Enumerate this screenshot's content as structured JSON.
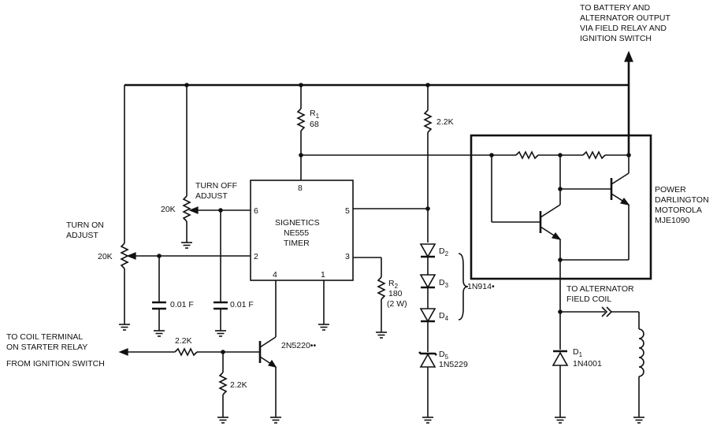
{
  "top_label": [
    "TO BATTERY AND",
    "ALTERNATOR OUTPUT",
    "VIA FIELD RELAY AND",
    "IGNITION SWITCH"
  ],
  "ic": {
    "line1": "SIGNETICS",
    "line2": "NE555",
    "line3": "TIMER",
    "pins": [
      "8",
      "6",
      "5",
      "2",
      "3",
      "4",
      "1"
    ]
  },
  "r1": {
    "ref": "R",
    "sub": "1",
    "value": "68"
  },
  "r2": {
    "ref": "R",
    "sub": "2",
    "value": "180",
    "power": "(2 W)"
  },
  "r_22k_top": "2.2K",
  "turn_off": {
    "line1": "TURN OFF",
    "line2": "ADJUST",
    "value": "20K"
  },
  "turn_on": {
    "line1": "TURN ON",
    "line2": "ADJUST",
    "value": "20K"
  },
  "caps": {
    "c1": "0.01   F",
    "c2": "0.01   F"
  },
  "coil_input": [
    "TO COIL TERMINAL",
    "ON STARTER RELAY",
    "FROM IGNITION SWITCH"
  ],
  "r_base": "2.2K",
  "r_pulldown": "2.2K",
  "transistor": "2N5220••",
  "diodes": {
    "d2": "D",
    "d2s": "2",
    "d3": "D",
    "d3s": "3",
    "d4": "D",
    "d4s": "4",
    "group": "1N914•"
  },
  "d5": {
    "ref": "D",
    "sub": "5",
    "part": "1N5229"
  },
  "darlington": [
    "POWER",
    "DARLINGTON",
    "MOTOROLA",
    "MJE1090"
  ],
  "field": [
    "TO ALTERNATOR",
    "FIELD COIL"
  ],
  "d1": {
    "ref": "D",
    "sub": "1",
    "part": "1N4001"
  }
}
